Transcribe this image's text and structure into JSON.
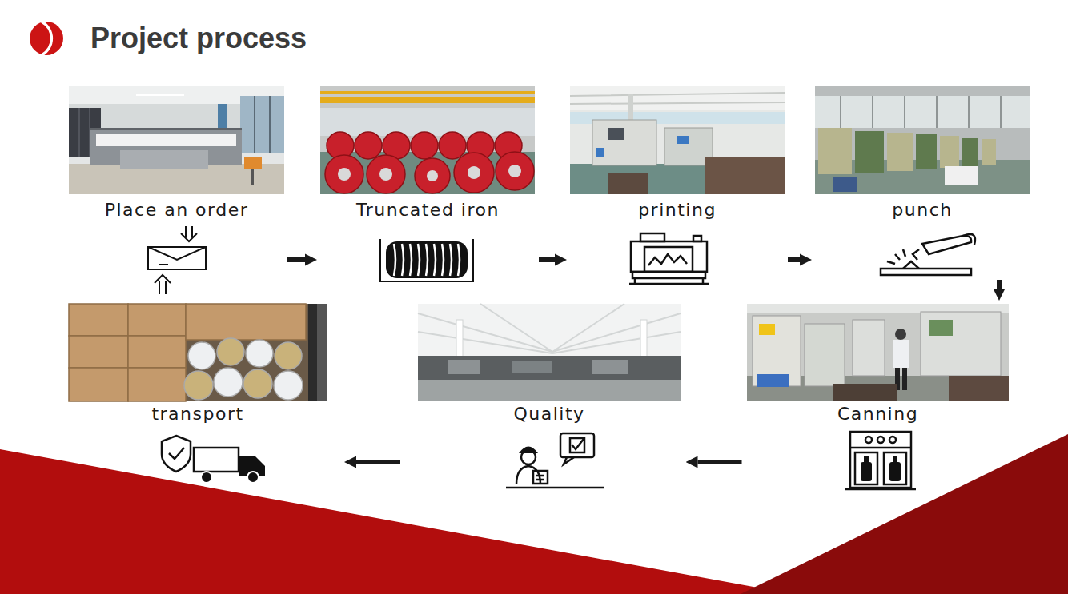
{
  "diagram": {
    "title": "Project process",
    "nodes": [
      {
        "text": [
          "Place an order"
        ]
      },
      {
        "text": [
          "Truncated iron"
        ]
      },
      {
        "text": [
          "printing"
        ]
      },
      {
        "text": [
          "punch"
        ]
      },
      {
        "text": [
          "Canning"
        ]
      },
      {
        "text": [
          "Quality"
        ]
      },
      {
        "text": [
          "transport"
        ]
      }
    ],
    "edges": [
      {
        "from": 0,
        "to": 1,
        "arrow": "to"
      },
      {
        "from": 1,
        "to": 2,
        "arrow": "to"
      },
      {
        "from": 2,
        "to": 3,
        "arrow": "to"
      },
      {
        "from": 3,
        "to": 4,
        "arrow": "to"
      },
      {
        "from": 4,
        "to": 5,
        "arrow": "to"
      },
      {
        "from": 5,
        "to": 6,
        "arrow": "to"
      }
    ]
  }
}
